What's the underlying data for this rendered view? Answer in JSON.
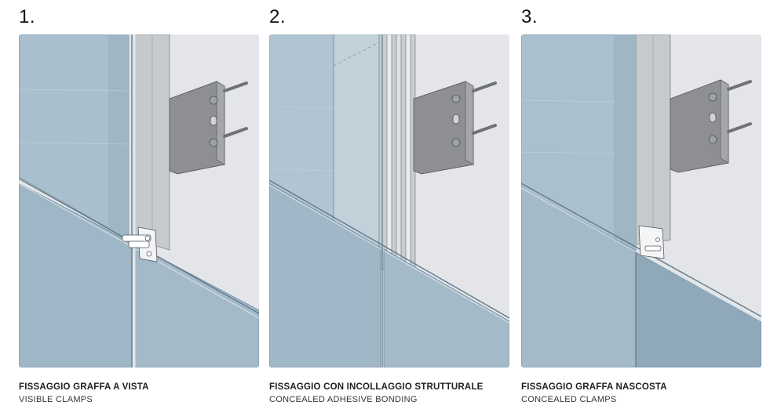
{
  "colors": {
    "wall": "#e3e5e8",
    "glass": "#a7bccb",
    "glass_dark": "#8fa9bb",
    "profile": "#c4c8cc",
    "bracket": "#8d8f92",
    "bolt": "#6f7174"
  },
  "panels": [
    {
      "number": "1.",
      "title": "FISSAGGIO GRAFFA A VISTA",
      "subtitle": "VISIBLE CLAMPS"
    },
    {
      "number": "2.",
      "title": "FISSAGGIO CON INCOLLAGGIO STRUTTURALE",
      "subtitle": "CONCEALED ADHESIVE BONDING"
    },
    {
      "number": "3.",
      "title": "FISSAGGIO GRAFFA NASCOSTA",
      "subtitle": "CONCEALED CLAMPS"
    }
  ]
}
